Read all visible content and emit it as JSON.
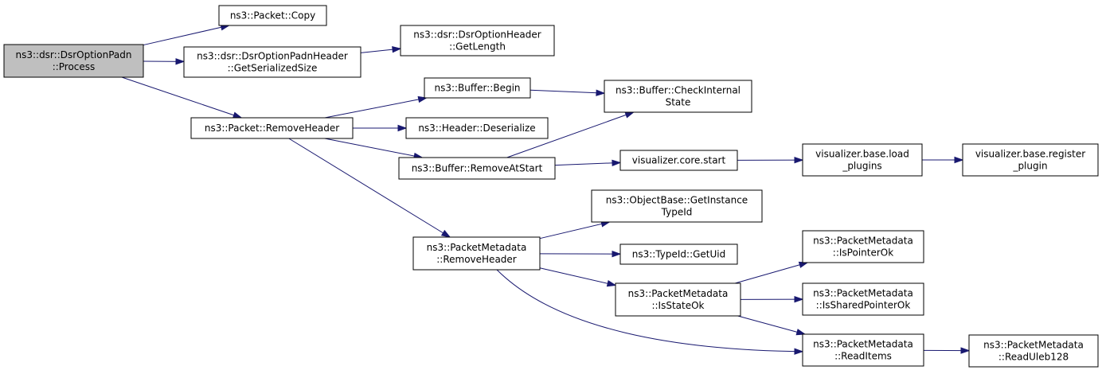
{
  "graph": {
    "nodes": [
      {
        "id": "process",
        "name": "node-dsr-option-padn-process",
        "root": true,
        "lines": [
          "ns3::dsr::DsrOptionPadn",
          "::Process"
        ]
      },
      {
        "id": "copy",
        "name": "node-packet-copy",
        "lines": [
          "ns3::Packet::Copy"
        ]
      },
      {
        "id": "getser",
        "name": "node-dsr-option-padn-header-get-serialized-size",
        "lines": [
          "ns3::dsr::DsrOptionPadnHeader",
          "::GetSerializedSize"
        ]
      },
      {
        "id": "getlen",
        "name": "node-dsr-option-header-get-length",
        "lines": [
          "ns3::dsr::DsrOptionHeader",
          "::GetLength"
        ]
      },
      {
        "id": "pkt_rh",
        "name": "node-packet-remove-header",
        "lines": [
          "ns3::Packet::RemoveHeader"
        ]
      },
      {
        "id": "begin",
        "name": "node-buffer-begin",
        "lines": [
          "ns3::Buffer::Begin"
        ]
      },
      {
        "id": "checkint",
        "name": "node-buffer-check-internal-state",
        "lines": [
          "ns3::Buffer::CheckInternal",
          "State"
        ]
      },
      {
        "id": "deser",
        "name": "node-header-deserialize",
        "lines": [
          "ns3::Header::Deserialize"
        ]
      },
      {
        "id": "ras",
        "name": "node-buffer-remove-at-start",
        "lines": [
          "ns3::Buffer::RemoveAtStart"
        ]
      },
      {
        "id": "vcs",
        "name": "node-visualizer-core-start",
        "lines": [
          "visualizer.core.start"
        ]
      },
      {
        "id": "vblp",
        "name": "node-visualizer-base-load-plugins",
        "lines": [
          "visualizer.base.load",
          "_plugins"
        ]
      },
      {
        "id": "vbrp",
        "name": "node-visualizer-base-register-plugin",
        "lines": [
          "visualizer.base.register",
          "_plugin"
        ]
      },
      {
        "id": "pm_rh",
        "name": "node-packet-metadata-remove-header",
        "lines": [
          "ns3::PacketMetadata",
          "::RemoveHeader"
        ]
      },
      {
        "id": "gitid",
        "name": "node-object-base-get-instance-type-id",
        "lines": [
          "ns3::ObjectBase::GetInstance",
          "TypeId"
        ]
      },
      {
        "id": "getuid",
        "name": "node-type-id-get-uid",
        "lines": [
          "ns3::TypeId::GetUid"
        ]
      },
      {
        "id": "isptr",
        "name": "node-packet-metadata-is-pointer-ok",
        "lines": [
          "ns3::PacketMetadata",
          "::IsPointerOk"
        ]
      },
      {
        "id": "isstate",
        "name": "node-packet-metadata-is-state-ok",
        "lines": [
          "ns3::PacketMetadata",
          "::IsStateOk"
        ]
      },
      {
        "id": "isshared",
        "name": "node-packet-metadata-is-shared-pointer-ok",
        "lines": [
          "ns3::PacketMetadata",
          "::IsSharedPointerOk"
        ]
      },
      {
        "id": "readitems",
        "name": "node-packet-metadata-read-items",
        "lines": [
          "ns3::PacketMetadata",
          "::ReadItems"
        ]
      },
      {
        "id": "readuleb",
        "name": "node-packet-metadata-read-uleb128",
        "lines": [
          "ns3::PacketMetadata",
          "::ReadUleb128"
        ]
      }
    ],
    "edges": [
      [
        "process",
        "copy"
      ],
      [
        "process",
        "getser"
      ],
      [
        "getser",
        "getlen"
      ],
      [
        "process",
        "pkt_rh"
      ],
      [
        "pkt_rh",
        "begin"
      ],
      [
        "begin",
        "checkint"
      ],
      [
        "pkt_rh",
        "deser"
      ],
      [
        "pkt_rh",
        "ras"
      ],
      [
        "ras",
        "checkint"
      ],
      [
        "ras",
        "vcs"
      ],
      [
        "vcs",
        "vblp"
      ],
      [
        "vblp",
        "vbrp"
      ],
      [
        "pkt_rh",
        "pm_rh"
      ],
      [
        "pm_rh",
        "gitid"
      ],
      [
        "pm_rh",
        "getuid"
      ],
      [
        "pm_rh",
        "isstate"
      ],
      [
        "isstate",
        "isptr"
      ],
      [
        "isstate",
        "isshared"
      ],
      [
        "isstate",
        "readitems"
      ],
      [
        "pm_rh",
        "readitems"
      ],
      [
        "readitems",
        "readuleb"
      ]
    ]
  },
  "colors": {
    "edge": "#191970",
    "root_fill": "#bfbfbf",
    "node_fill": "#ffffff",
    "border": "#000000"
  }
}
